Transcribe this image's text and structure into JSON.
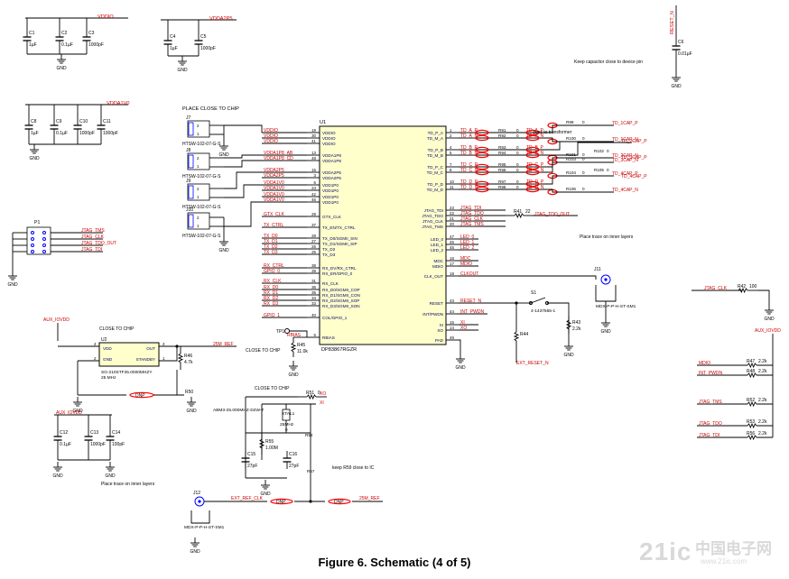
{
  "caption": "Figure 6. Schematic (4 of 5)",
  "watermark": {
    "logo": "21ic",
    "cn": "中国电子网",
    "url": "www.21ic.com"
  },
  "colors": {
    "wire": "#000000",
    "net": "#cc0000",
    "ic_fill": "#ffffcc",
    "pin": "#000066",
    "accent": "#0000ff",
    "dnp": "#ff0000"
  },
  "nets": {
    "vddio": "VDDIO",
    "vdda2p5": "VDDA2P5",
    "vdda1v0": "VDDA1V0",
    "reset_n": "RESET_N",
    "aux_iovdd": "AUX_IOVDD",
    "pwr_labels": [
      "VDDIO",
      "VDDIO",
      "VDDIO",
      "VDDA1P8_AB",
      "VDDA1P8_CD",
      "VDDA2P5",
      "VDDA2P5",
      "VDDA1V0",
      "VDDA1V0",
      "VDDA1V0",
      "VDDA1V0"
    ],
    "left_sigs": [
      "GTX_CLK",
      "TX_CTRL",
      "TX_D0",
      "TX_D1",
      "TX_D2",
      "TX_D3",
      "RX_CTRL",
      "GPIO_0",
      "RX_CLK",
      "RX_D0",
      "RX_D1",
      "RX_D2",
      "RX_D3",
      "GPIO_1"
    ],
    "rbias": "RBIAS",
    "td_labels": [
      "TD_A_P",
      "TD_A_N",
      "TD_B_P",
      "TD_B_N",
      "TD_C_P",
      "TD_C_N",
      "TD_D_P",
      "TD_D_N"
    ],
    "td_xfmr": [
      "TD_A_P",
      "TD_A_N",
      "TD_B_P",
      "TD_B_N",
      "TD_C_P",
      "TD_C_N",
      "TD_D_P",
      "TD_D_N"
    ],
    "td_out": [
      "TD_1CAP_P",
      "TD_1CAP_N",
      "TD_2CAP_P",
      "TD_2CAP_N",
      "TD_3CAP_P",
      "TD_3CAP_N",
      "TD_4CAP_P",
      "TD_4CAP_N"
    ],
    "jtag": [
      "JTAG_TDI",
      "JTAG_TDO",
      "JTAG_CLK",
      "JTAG_TMS"
    ],
    "jtag_tdo_out": "JTAG_TDO_OUT",
    "leds": [
      "LED_0",
      "LED_1",
      "LED_2"
    ],
    "mdc": "MDC",
    "mdio": "MDIO",
    "clkout": "CLKOUT",
    "int_pwdn": "INT_PWDN",
    "xi": "XI",
    "xo": "XO",
    "ext_reset_n": "EXT_RESET_N",
    "jtag_clk": "JTAG_CLK",
    "mdio_r": "MDIO",
    "int_pwdn_r": "INT_PWDN",
    "jtag_tms_r": "JTAG_TMS",
    "jtag_tdo_r": "JTAG_TDO",
    "jtag_tdi_r": "JTAG_TDI",
    "p1_nets": [
      "JTAG_TMS",
      "JTAG_CLK",
      "JTAG_TDO_OUT",
      "JTAG_TDI"
    ],
    "ref25": "25M_REF",
    "ext_ref_clk": "EXT_REF_CLK",
    "aux_iovdd2": "AUX_IOVDD"
  },
  "caps": {
    "c1": {
      "ref": "C1",
      "val": "1µF"
    },
    "c2": {
      "ref": "C2",
      "val": "0.1µF"
    },
    "c3": {
      "ref": "C3",
      "val": "1000pF"
    },
    "c4": {
      "ref": "C4",
      "val": "1µF"
    },
    "c5": {
      "ref": "C5",
      "val": "1000pF"
    },
    "c6": {
      "ref": "C6",
      "val": "0.01µF"
    },
    "c8": {
      "ref": "C8",
      "val": "1µF"
    },
    "c9": {
      "ref": "C9",
      "val": "0.1µF"
    },
    "c10": {
      "ref": "C10",
      "val": "1000pF"
    },
    "c11": {
      "ref": "C11",
      "val": "1000pF"
    },
    "c12": {
      "ref": "C12",
      "val": "0.1µF"
    },
    "c13": {
      "ref": "C13",
      "val": "1000pF"
    },
    "c14": {
      "ref": "C14",
      "val": "100pF"
    },
    "c15": {
      "ref": "C15",
      "val": "27pF"
    },
    "c16": {
      "ref": "C16",
      "val": "27pF"
    }
  },
  "notes": {
    "keep_cap": "Keep capacitor close to device pin",
    "place_close": "PLACE CLOSE TO CHIP",
    "goes_xfmr": "goes to transformer",
    "inner1": "Place trace on inner layers",
    "inner2": "Place trace on inner layers",
    "close_chip": "CLOSE TO CHIP",
    "close_chip2": "CLOSE TO CHIP",
    "close_chip3": "CLOSE TO CHIP",
    "keep_r59": "keep R59 close to IC"
  },
  "jumpers": {
    "j7": "J7",
    "j8": "J8",
    "j9": "J9",
    "j10": "J10",
    "j7_part": "HTSW-102-07-G-S",
    "j8_part": "HTSW-102-07-G-S",
    "j9_part": "HTSW-102-07-G-S",
    "j10_part": "HTSW-102-07-G-S",
    "p1": "P1"
  },
  "ic": {
    "ref": "U1",
    "part": "DP83867RGZR",
    "left_pins": [
      {
        "num": "19",
        "name": "VDDIO"
      },
      {
        "num": "30",
        "name": "VDDIO"
      },
      {
        "num": "41",
        "name": "VDDIO"
      },
      {
        "num": "13",
        "name": "VDDA1P8"
      },
      {
        "num": "48",
        "name": "VDDA1P8"
      },
      {
        "num": "15",
        "name": "VDDA2P5"
      },
      {
        "num": "3",
        "name": "VDDA2P5"
      },
      {
        "num": "6",
        "name": "VDD1P0"
      },
      {
        "num": "24",
        "name": "VDD1P0"
      },
      {
        "num": "42",
        "name": "VDD1P0"
      },
      {
        "num": "46",
        "name": "VDD1P0"
      },
      {
        "num": "29",
        "name": "GTX_CLK"
      },
      {
        "num": "37",
        "name": "TX_EN/TX_CTRL"
      },
      {
        "num": "28",
        "name": "TX_D0/SGMII_SIN"
      },
      {
        "num": "27",
        "name": "TX_D1/SGMII_SIP"
      },
      {
        "num": "26",
        "name": "TX_D2"
      },
      {
        "num": "25",
        "name": "TX_D3"
      },
      {
        "num": "38",
        "name": "RX_DV/RX_CTRL"
      },
      {
        "num": "39",
        "name": "RX_ER/GPIO_0"
      },
      {
        "num": "31",
        "name": "RX_CLK"
      },
      {
        "num": "36",
        "name": "RX_D0/SGMII_COP"
      },
      {
        "num": "35",
        "name": "RX_D1/SGMII_CON"
      },
      {
        "num": "34",
        "name": "RX_D2/SGMII_SOP"
      },
      {
        "num": "33",
        "name": "RX_D3/SGMII_SON"
      },
      {
        "num": "40",
        "name": "COL/GPIO_1"
      },
      {
        "num": "5",
        "name": "RBIAS"
      }
    ],
    "right_pins": [
      {
        "num": "1",
        "name": "TD_P_A"
      },
      {
        "num": "2",
        "name": "TD_M_A"
      },
      {
        "num": "4",
        "name": "TD_P_B"
      },
      {
        "num": "5",
        "name": "TD_M_B"
      },
      {
        "num": "7",
        "name": "TD_P_C"
      },
      {
        "num": "8",
        "name": "TD_M_C"
      },
      {
        "num": "10",
        "name": "TD_P_D"
      },
      {
        "num": "11",
        "name": "TD_M_D"
      },
      {
        "num": "23",
        "name": "JTAG_TDI"
      },
      {
        "num": "22",
        "name": "JTAG_TDO"
      },
      {
        "num": "21",
        "name": "JTAG_CLK"
      },
      {
        "num": "20",
        "name": "JTAG_TMS"
      },
      {
        "num": "47",
        "name": "LED_0"
      },
      {
        "num": "46",
        "name": "LED_1"
      },
      {
        "num": "45",
        "name": "LED_2"
      },
      {
        "num": "16",
        "name": "MDC"
      },
      {
        "num": "17",
        "name": "MDIO"
      },
      {
        "num": "18",
        "name": "CLK_OUT"
      },
      {
        "num": "43",
        "name": "RESET"
      },
      {
        "num": "44",
        "name": "INT/PWDN"
      },
      {
        "num": "15",
        "name": "XI"
      },
      {
        "num": "14",
        "name": "XO"
      },
      {
        "num": "49",
        "name": "PAD"
      }
    ]
  },
  "resistors": {
    "r99": {
      "ref": "R99",
      "val": "0"
    },
    "r100": {
      "ref": "R100",
      "val": "0"
    },
    "r101": {
      "ref": "R101",
      "val": "0"
    },
    "r102": {
      "ref": "R102",
      "val": "0"
    },
    "r103": {
      "ref": "R103",
      "val": "0"
    },
    "r104": {
      "ref": "R104",
      "val": "0"
    },
    "r105": {
      "ref": "R105",
      "val": "0"
    },
    "r106": {
      "ref": "R106",
      "val": "0"
    },
    "r91": {
      "ref": "R91",
      "val": "0"
    },
    "r92": {
      "ref": "R92",
      "val": "0"
    },
    "r93": {
      "ref": "R93",
      "val": "0"
    },
    "r94": {
      "ref": "R94",
      "val": "0"
    },
    "r95": {
      "ref": "R95",
      "val": "0"
    },
    "r96": {
      "ref": "R96",
      "val": "0"
    },
    "r97": {
      "ref": "R97",
      "val": "0"
    },
    "r98": {
      "ref": "R98",
      "val": "0"
    },
    "r41": {
      "ref": "R41",
      "val": "22"
    },
    "r42": {
      "ref": "R42",
      "val": "100"
    },
    "r43": {
      "ref": "R43",
      "val": "2.2k"
    },
    "r44": {
      "ref": "R44",
      "val": ""
    },
    "r45": {
      "ref": "R45",
      "val": "11.0k"
    },
    "r46": {
      "ref": "R46",
      "val": "4.7k"
    },
    "r50": {
      "ref": "R50",
      "val": ""
    },
    "r47": {
      "ref": "R47",
      "val": "2.2k"
    },
    "r48": {
      "ref": "R48",
      "val": "2.2k"
    },
    "r52": {
      "ref": "R52",
      "val": "2.2k"
    },
    "r53": {
      "ref": "R53",
      "val": "2.2k"
    },
    "r56": {
      "ref": "R56",
      "val": "2.2k"
    },
    "r51": {
      "ref": "R51",
      "val": "0"
    },
    "r54": {
      "ref": "R54",
      "val": "0"
    },
    "r55": {
      "ref": "R55",
      "val": "1.00M"
    },
    "r57": {
      "ref": "R57",
      "val": ""
    },
    "r59": {
      "ref": "R59",
      "val": ""
    }
  },
  "parts": {
    "s1": "S1",
    "s1_part": "4-1437565-1",
    "j11": "J11",
    "j11_part": "MDX-P-P-H-ST-SM1",
    "tp1": "TP1",
    "u2": "U2",
    "u2_part": "SG-210STF25.0000MHZY",
    "u2_freq": "25 MHz",
    "u2_pins": {
      "vdd": "VDD",
      "out": "OUT",
      "gnd": "GND",
      "standby": "STANDBY",
      "p4": "4",
      "p3": "3",
      "p2": "2",
      "p1": "1"
    },
    "y1": "Y1",
    "y1_part": "ABM3-25.000MHZ-D2W-T",
    "y1_label": "XTAL1",
    "y1_freq": "25MHz",
    "j12": "J12",
    "j12_part": "MDX-P-P-H-ST-SM1",
    "dnp": "DNP"
  }
}
